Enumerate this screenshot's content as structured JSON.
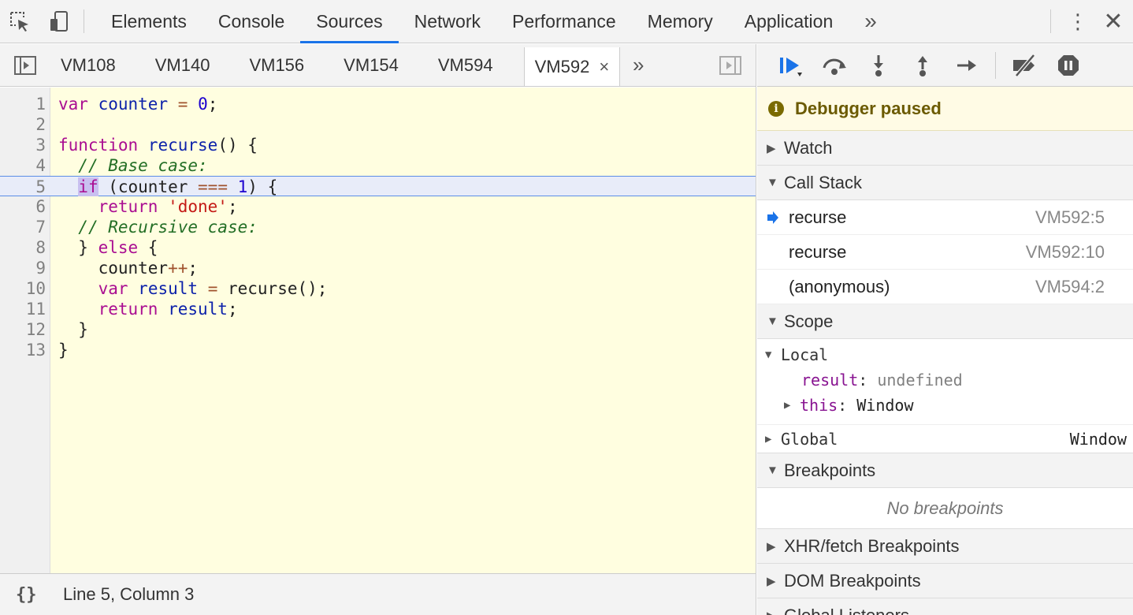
{
  "devtools": {
    "tabs": [
      {
        "label": "Elements"
      },
      {
        "label": "Console"
      },
      {
        "label": "Sources"
      },
      {
        "label": "Network"
      },
      {
        "label": "Performance"
      },
      {
        "label": "Memory"
      },
      {
        "label": "Application"
      }
    ],
    "active_tab": "Sources",
    "more_tabs_glyph": "»",
    "kebab_glyph": "⋮",
    "close_glyph": "✕"
  },
  "editor": {
    "file_tabs": [
      {
        "label": "VM108"
      },
      {
        "label": "VM140"
      },
      {
        "label": "VM156"
      },
      {
        "label": "VM154"
      },
      {
        "label": "VM594"
      },
      {
        "label": "VM592"
      }
    ],
    "active_file": "VM592",
    "tab_close_glyph": "×",
    "more_glyph": "»",
    "current_line": 5,
    "line_numbers": [
      "1",
      "2",
      "3",
      "4",
      "5",
      "6",
      "7",
      "8",
      "9",
      "10",
      "11",
      "12",
      "13"
    ],
    "status": {
      "pretty_print_label": "{}",
      "cursor_position": "Line 5, Column 3"
    }
  },
  "debugger": {
    "paused_message": "Debugger paused",
    "info_glyph": "i",
    "sections": {
      "watch": "Watch",
      "call_stack": "Call Stack",
      "scope": "Scope",
      "breakpoints": "Breakpoints",
      "xhr": "XHR/fetch Breakpoints",
      "dom": "DOM Breakpoints",
      "global_listeners": "Global Listeners"
    },
    "call_stack": [
      {
        "name": "recurse",
        "location": "VM592:5"
      },
      {
        "name": "recurse",
        "location": "VM592:10"
      },
      {
        "name": "(anonymous)",
        "location": "VM594:2"
      }
    ],
    "scope": {
      "local_label": "Local",
      "result_name": "result",
      "result_value": "undefined",
      "this_name": "this",
      "this_value": "Window",
      "global_label": "Global",
      "global_value": "Window",
      "colon": ":"
    },
    "no_breakpoints": "No breakpoints"
  },
  "colors": {
    "accent": "#1a73e8",
    "editor_bg": "#fffee0",
    "current_line_bg": "#e8ecf9",
    "paused_banner_bg": "#fffbe5"
  }
}
